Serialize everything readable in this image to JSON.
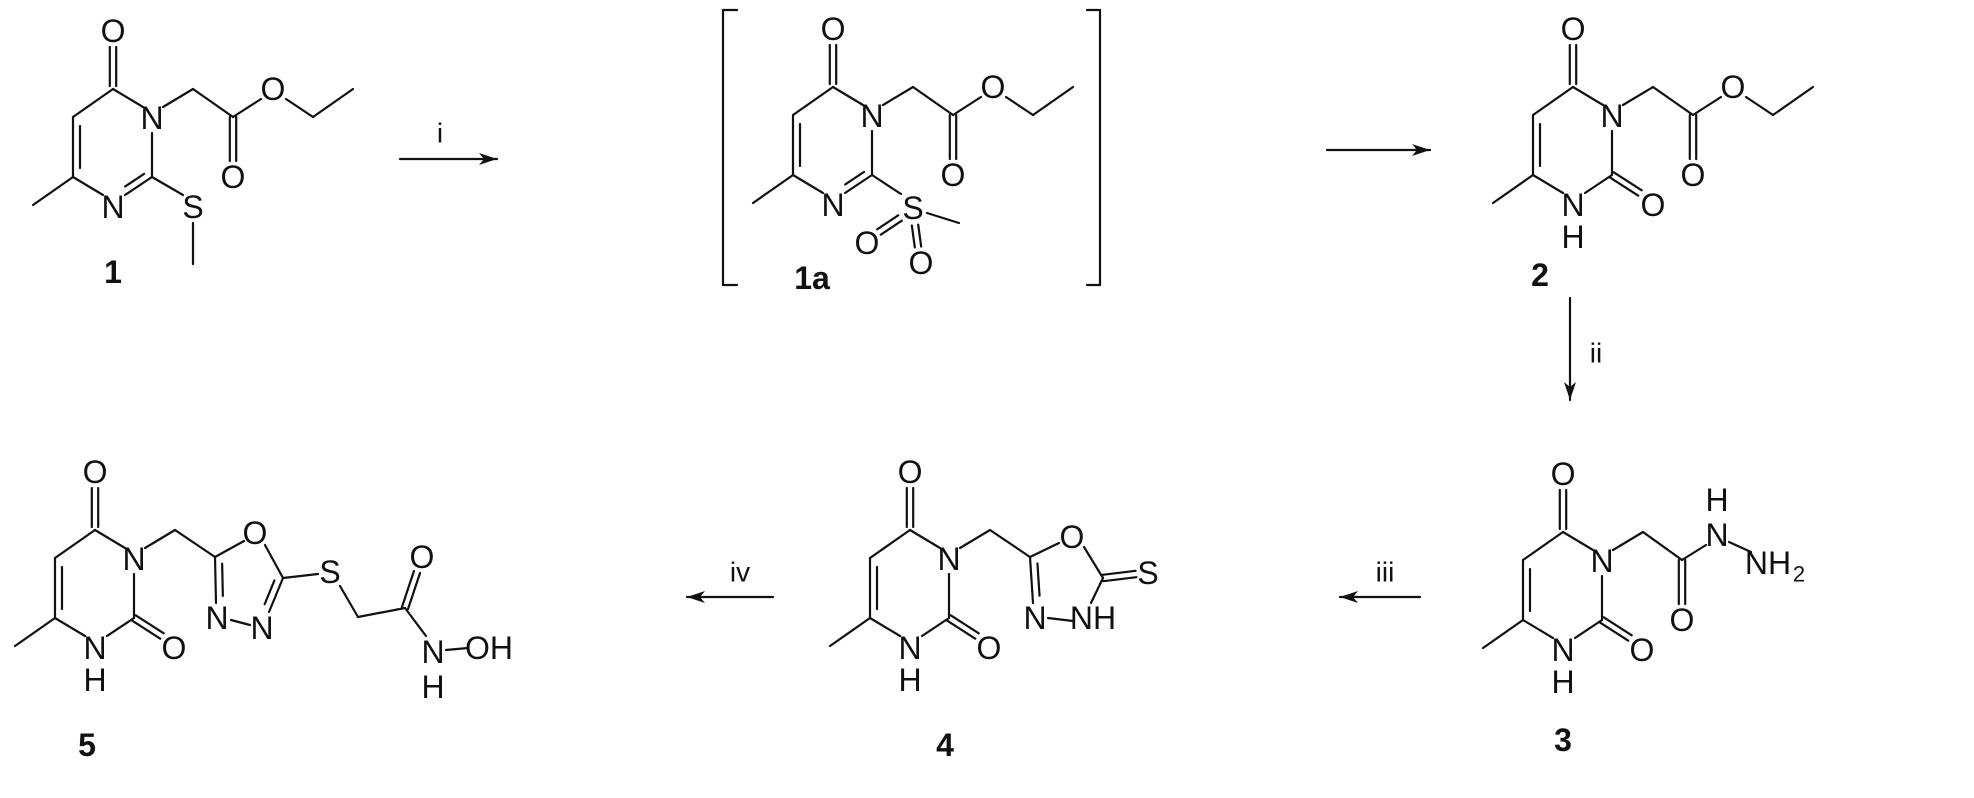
{
  "scheme": {
    "reagents": {
      "step1": "i",
      "step2": "",
      "step3": "ii",
      "step4": "iii",
      "step5": "iv"
    },
    "compounds": {
      "c1": {
        "id": "1",
        "atoms": [
          "O",
          "N",
          "N",
          "S",
          "O",
          "O"
        ]
      },
      "c1a": {
        "id": "1a",
        "atoms": [
          "O",
          "N",
          "N",
          "S",
          "O",
          "O",
          "O",
          "O"
        ]
      },
      "c2": {
        "id": "2",
        "atoms": [
          "O",
          "N",
          "N",
          "H",
          "O",
          "O",
          "O"
        ]
      },
      "c3": {
        "id": "3",
        "atoms": [
          "O",
          "N",
          "N",
          "H",
          "O",
          "O",
          "N",
          "H",
          "NH",
          "2"
        ]
      },
      "c4": {
        "id": "4",
        "atoms": [
          "O",
          "N",
          "N",
          "H",
          "O",
          "S",
          "O",
          "N",
          "NH"
        ]
      },
      "c5": {
        "id": "5",
        "atoms": [
          "O",
          "N",
          "N",
          "H",
          "O",
          "O",
          "N",
          "N",
          "S",
          "O",
          "N",
          "H",
          "OH"
        ]
      }
    },
    "colors": {
      "ink": "#111111",
      "background": "#ffffff"
    }
  }
}
